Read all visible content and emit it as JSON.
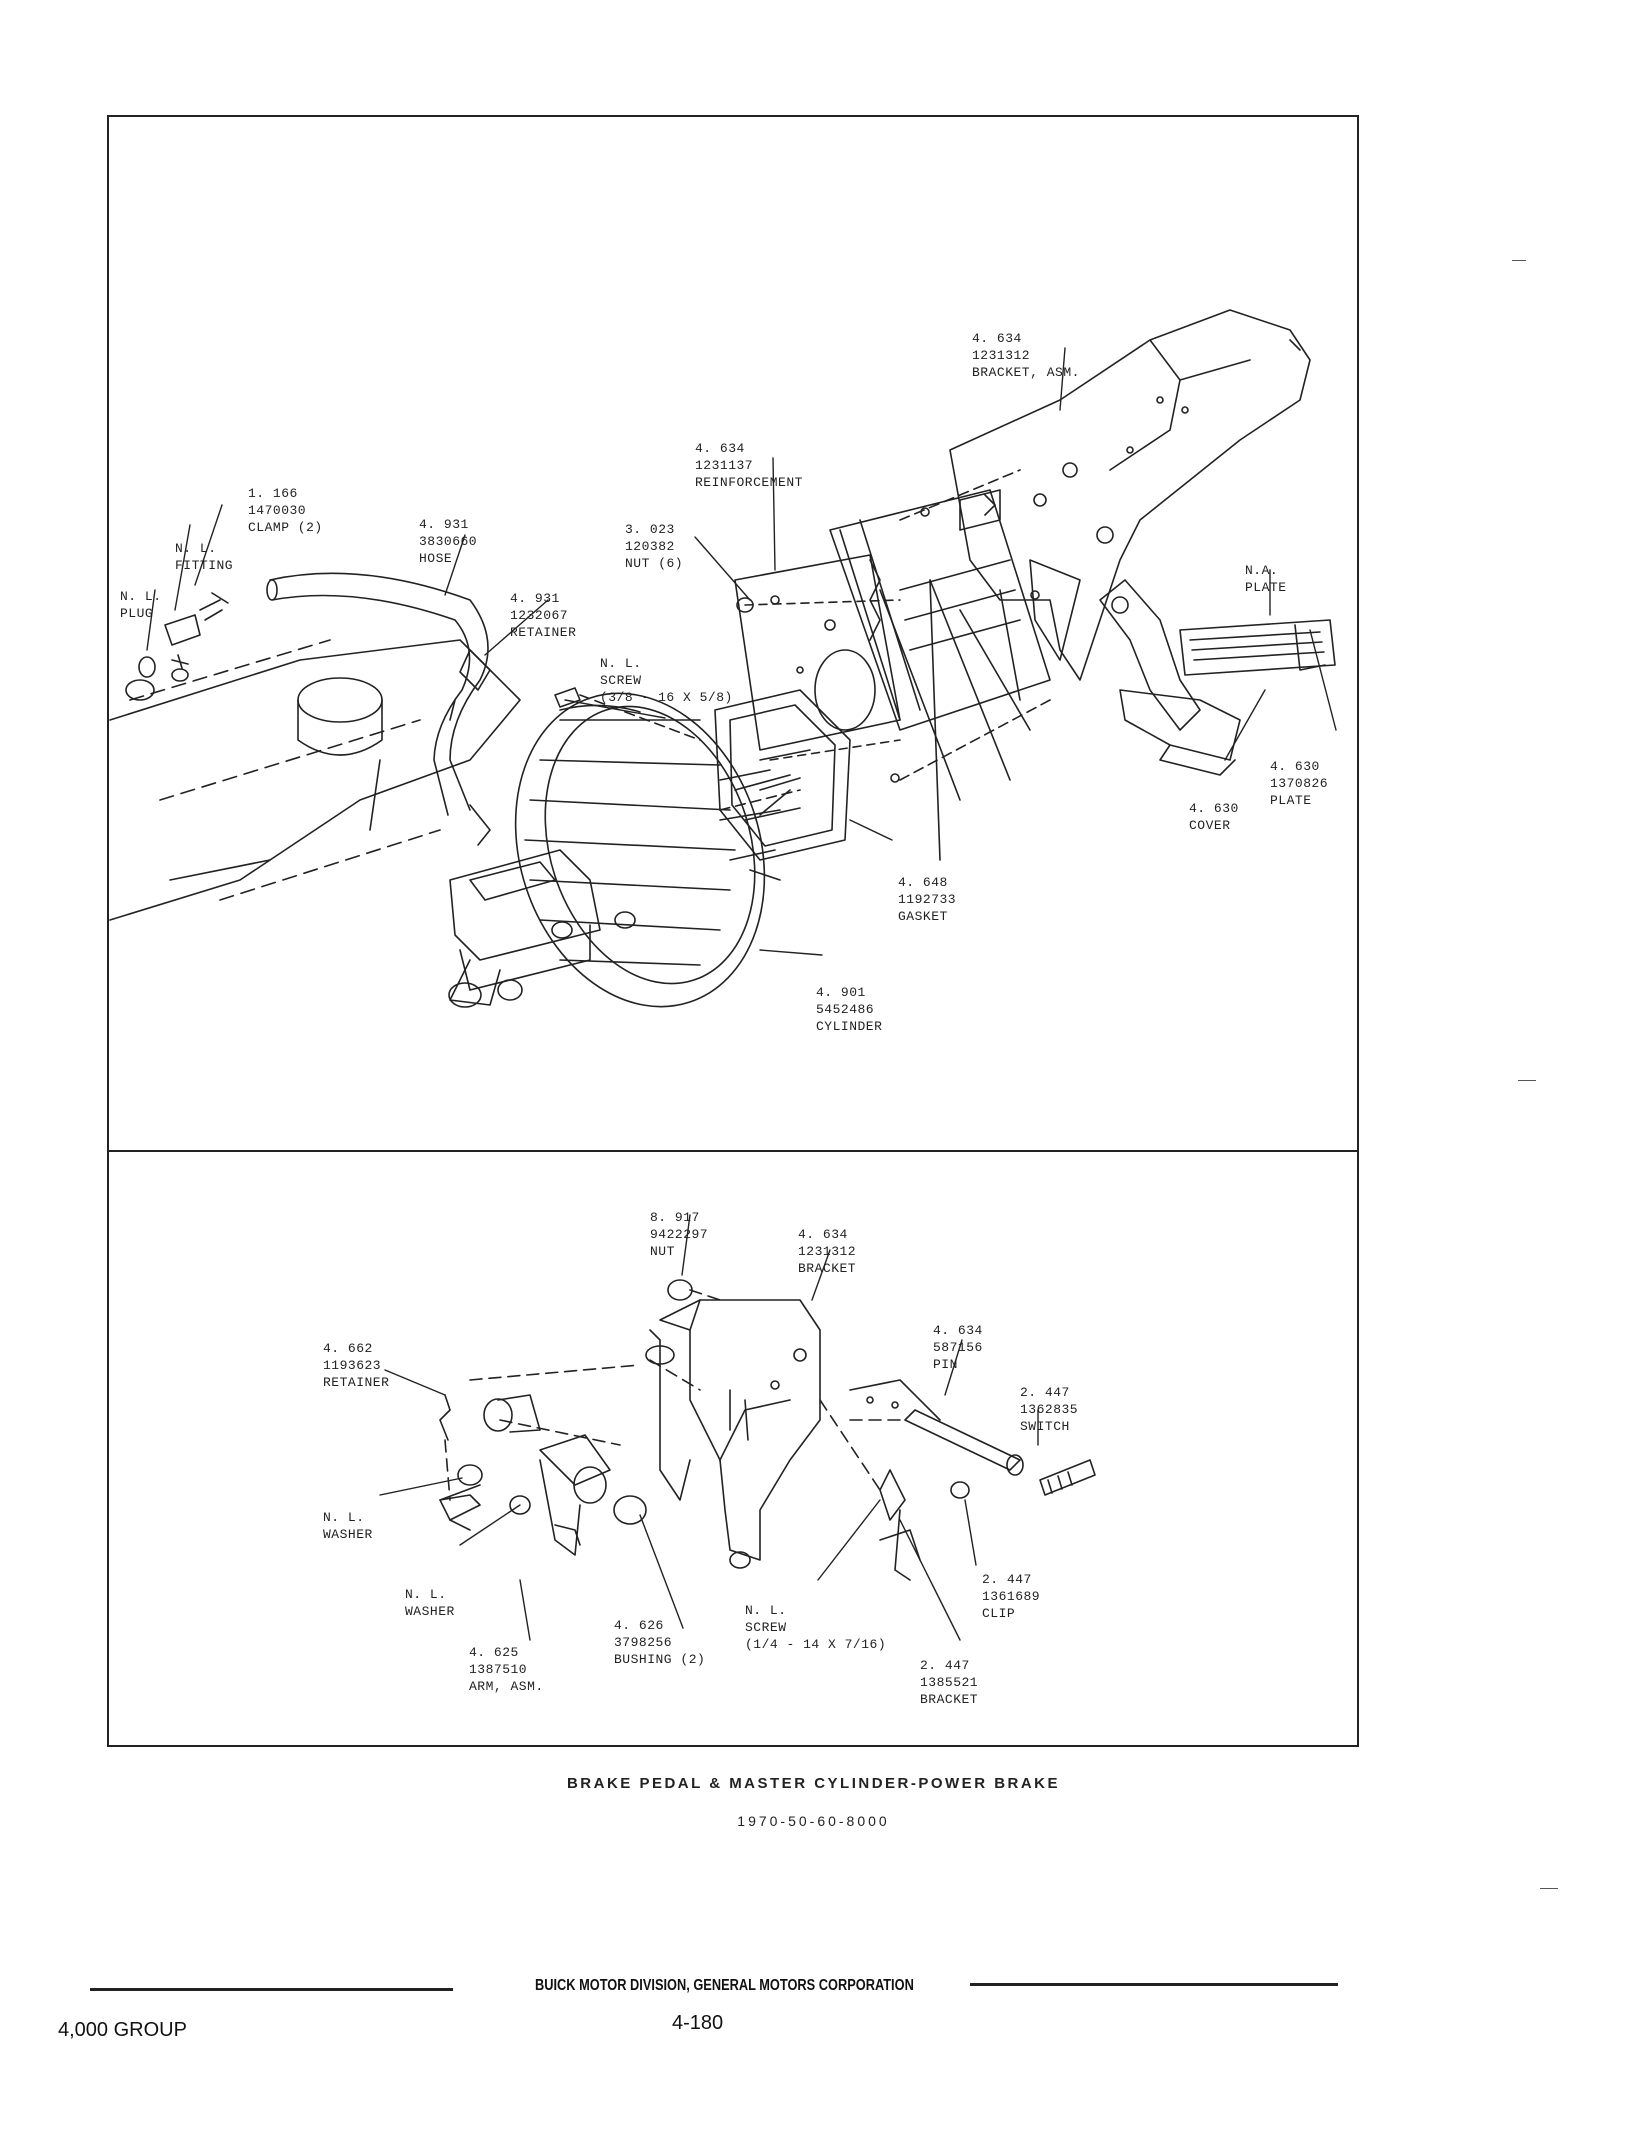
{
  "caption": {
    "title": "BRAKE PEDAL & MASTER CYLINDER-POWER BRAKE",
    "code": "1970-50-60-8000"
  },
  "footer": {
    "company": "BUICK MOTOR DIVISION, GENERAL MOTORS CORPORATION",
    "group": "4,000 GROUP",
    "page": "4-180"
  },
  "upper_labels": [
    {
      "id": "bracket-asm",
      "lines": [
        "4. 634",
        "1231312",
        "BRACKET, ASM."
      ]
    },
    {
      "id": "reinforcement",
      "lines": [
        "4. 634",
        "1231137",
        "REINFORCEMENT"
      ]
    },
    {
      "id": "clamp",
      "lines": [
        "1. 166",
        "1470030",
        "CLAMP (2)"
      ]
    },
    {
      "id": "hose",
      "lines": [
        "4. 931",
        "3830660",
        "HOSE"
      ]
    },
    {
      "id": "fitting",
      "lines": [
        "N. L.",
        "FITTING"
      ]
    },
    {
      "id": "nut-6",
      "lines": [
        "3. 023",
        "120382",
        "NUT (6)"
      ]
    },
    {
      "id": "plug",
      "lines": [
        "N. L.",
        "PLUG"
      ]
    },
    {
      "id": "retainer-upper",
      "lines": [
        "4. 931",
        "1232067",
        "RETAINER"
      ]
    },
    {
      "id": "screw-upper",
      "lines": [
        "N. L.",
        "SCREW",
        "(3/8 - 16 x 5/8)"
      ]
    },
    {
      "id": "na-plate",
      "lines": [
        "N.A.",
        "PLATE"
      ]
    },
    {
      "id": "plate",
      "lines": [
        "4. 630",
        "1370826",
        "PLATE"
      ]
    },
    {
      "id": "cover",
      "lines": [
        "4. 630",
        "COVER"
      ]
    },
    {
      "id": "gasket",
      "lines": [
        "4. 648",
        "1192733",
        "GASKET"
      ]
    },
    {
      "id": "cylinder",
      "lines": [
        "4. 901",
        "5452486",
        "CYLINDER"
      ]
    }
  ],
  "lower_labels": [
    {
      "id": "nut-lower",
      "lines": [
        "8. 917",
        "9422297",
        "NUT"
      ]
    },
    {
      "id": "bracket-lower",
      "lines": [
        "4. 634",
        "1231312",
        "BRACKET"
      ]
    },
    {
      "id": "pin",
      "lines": [
        "4. 634",
        "587156",
        "PIN"
      ]
    },
    {
      "id": "retainer-lower",
      "lines": [
        "4. 662",
        "1193623",
        "RETAINER"
      ]
    },
    {
      "id": "switch",
      "lines": [
        "2. 447",
        "1362835",
        "SWITCH"
      ]
    },
    {
      "id": "washer-1",
      "lines": [
        "N. L.",
        "WASHER"
      ]
    },
    {
      "id": "washer-2",
      "lines": [
        "N. L.",
        "WASHER"
      ]
    },
    {
      "id": "clip",
      "lines": [
        "2. 447",
        "1361689",
        "CLIP"
      ]
    },
    {
      "id": "bushing",
      "lines": [
        "4. 626",
        "3798256",
        "BUSHING (2)"
      ]
    },
    {
      "id": "screw-lower",
      "lines": [
        "N. L.",
        "SCREW",
        "(1/4 - 14 x 7/16)"
      ]
    },
    {
      "id": "arm-asm",
      "lines": [
        "4. 625",
        "1387510",
        "ARM, ASM."
      ]
    },
    {
      "id": "bracket-switch",
      "lines": [
        "2. 447",
        "1385521",
        "BRACKET"
      ]
    }
  ]
}
